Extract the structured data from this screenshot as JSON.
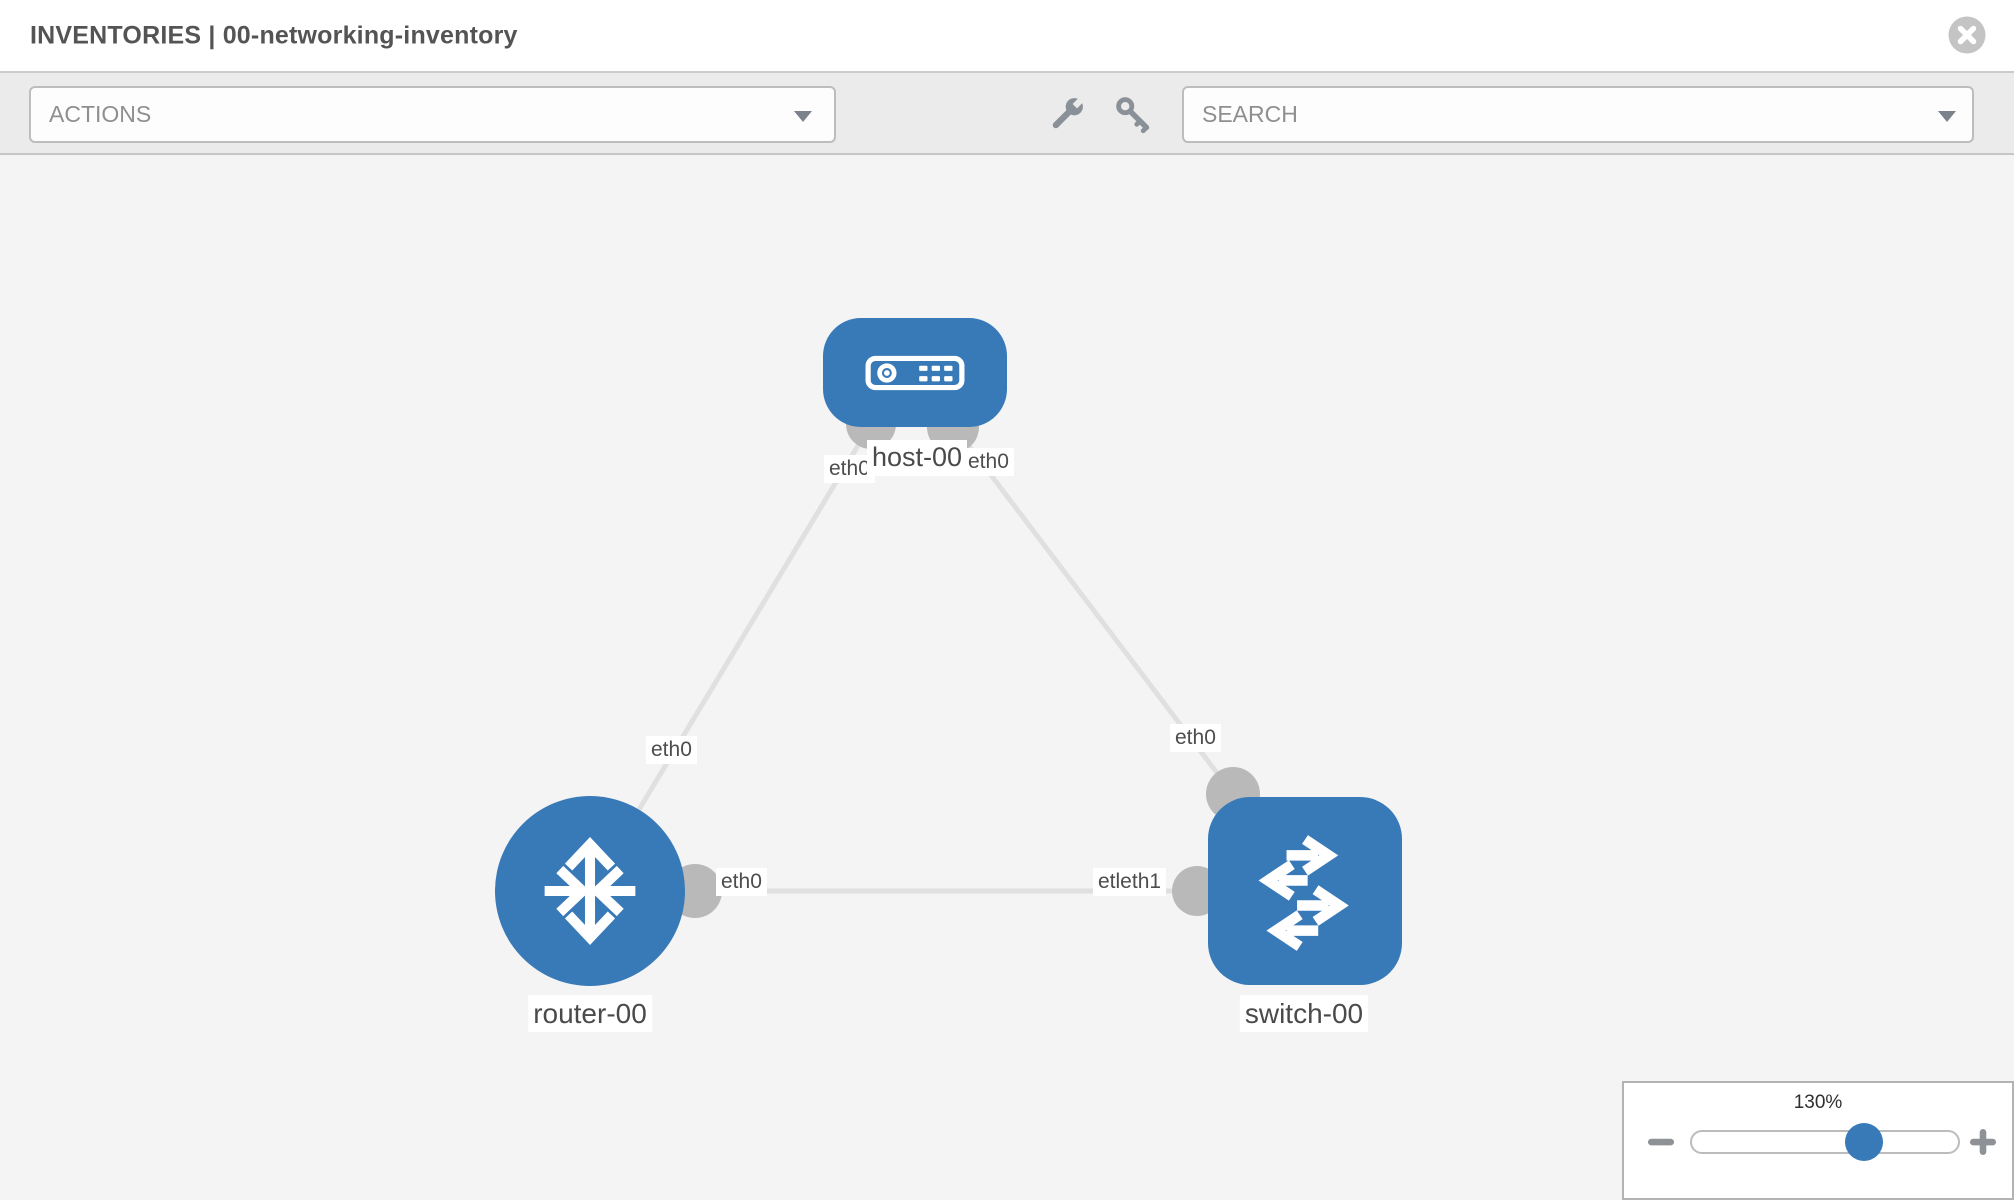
{
  "window": {
    "title": "INVENTORIES | 00-networking-inventory"
  },
  "toolbar": {
    "actions_dropdown": {
      "placeholder": "ACTIONS"
    },
    "tools": {
      "wrench_icon": "wrench",
      "key_icon": "key"
    },
    "search_dropdown": {
      "placeholder": "SEARCH"
    }
  },
  "diagram": {
    "nodes": [
      {
        "id": "host-00",
        "type": "host",
        "label": "host-00",
        "interfaces": [
          "eth0",
          "eth0"
        ]
      },
      {
        "id": "router-00",
        "type": "router",
        "label": "router-00",
        "interfaces": [
          "eth0",
          "eth0"
        ]
      },
      {
        "id": "switch-00",
        "type": "switch",
        "label": "switch-00",
        "interfaces": [
          "eth0",
          "eth1"
        ]
      }
    ],
    "links": [
      {
        "from": "host-00",
        "to": "router-00"
      },
      {
        "from": "host-00",
        "to": "switch-00"
      },
      {
        "from": "router-00",
        "to": "switch-00"
      }
    ],
    "labels": {
      "host_name": "host-00",
      "router_name": "router-00",
      "switch_name": "switch-00",
      "host_if_left": "eth0",
      "host_if_right": "eth0",
      "link_host_router_if": "eth0",
      "link_host_switch_if": "eth0",
      "router_if": "eth0",
      "switch_if_overlap": "etleth1"
    }
  },
  "zoom_control": {
    "level": "130%"
  },
  "colors": {
    "node_blue": "#3879b8",
    "port_gray": "#b9b9b9",
    "link_gray": "#e0e0e0",
    "toolbar_gray": "#ebebeb",
    "canvas_gray": "#f4f4f4"
  }
}
